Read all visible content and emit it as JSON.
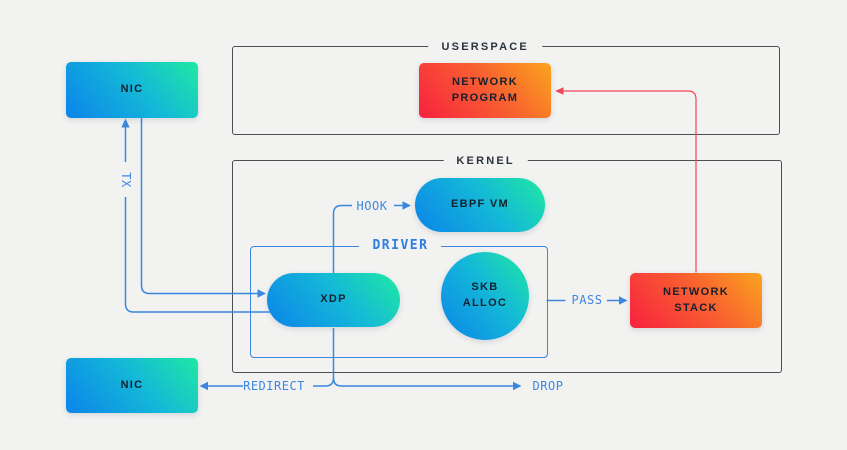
{
  "canvas": {
    "background": "#f2f2f1"
  },
  "palette": {
    "accent_blue": "#3b87e0",
    "signal_red": "#f2455a",
    "container_border": "#4a4f55",
    "node_text": "#15212e",
    "teal_gradient_start": "#0b84e9",
    "teal_gradient_end": "#1fe9a2",
    "orange_gradient_start": "#f7213f",
    "orange_gradient_end": "#fba41d"
  },
  "containers": {
    "userspace": {
      "label": "USERSPACE"
    },
    "kernel": {
      "label": "KERNEL"
    },
    "driver": {
      "label": "DRIVER"
    }
  },
  "nodes": {
    "nic_top": {
      "label": "NIC"
    },
    "nic_bottom": {
      "label": "NIC"
    },
    "network_program": {
      "label": "NETWORK\nPROGRAM"
    },
    "ebpf_vm": {
      "label": "EBPF VM"
    },
    "xdp": {
      "label": "XDP"
    },
    "skb_alloc": {
      "label": "SKB\nALLOC"
    },
    "network_stack": {
      "label": "NETWORK\nSTACK"
    }
  },
  "edges": {
    "tx": {
      "label": "TX"
    },
    "hook": {
      "label": "HOOK"
    },
    "pass": {
      "label": "PASS"
    },
    "redirect": {
      "label": "REDIRECT"
    },
    "drop": {
      "label": "DROP"
    }
  }
}
